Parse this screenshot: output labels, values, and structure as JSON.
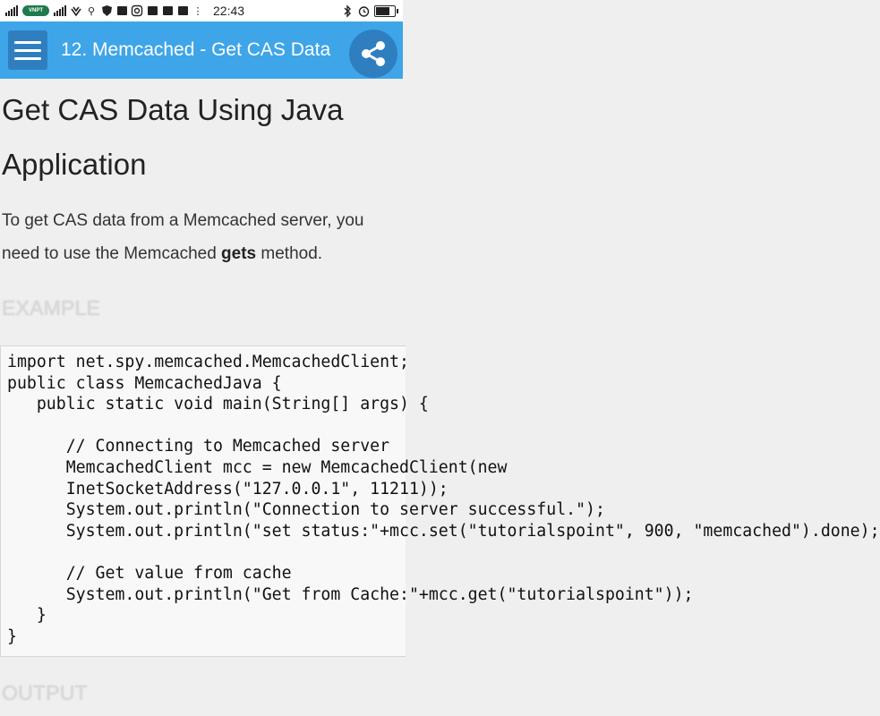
{
  "status_bar": {
    "time": "22:43",
    "icons": [
      "signal-icon",
      "carrier-logo",
      "signal-icon",
      "wifi-icon",
      "notification-icon",
      "shield-icon",
      "mail-icon",
      "camera-icon",
      "skype-icon",
      "image-icon",
      "facebook-icon",
      "more-icon",
      "bluetooth-icon",
      "alarm-icon",
      "battery-icon"
    ],
    "battery_level": 0.85
  },
  "app_bar": {
    "title": "12. Memcached - Get CAS Data",
    "menu_icon": "hamburger-icon",
    "share_icon": "share-icon",
    "color": "#3ea5e8",
    "button_color": "#2f7fc0"
  },
  "main": {
    "heading": "Get CAS Data Using Java Application",
    "intro_before": "To get CAS data from a Memcached server, you need to use the Memcached ",
    "intro_bold": "gets",
    "intro_after": " method.",
    "example_label": "EXAMPLE",
    "code": "import net.spy.memcached.MemcachedClient;\npublic class MemcachedJava {\n   public static void main(String[] args) {\n\n      // Connecting to Memcached server\n      MemcachedClient mcc = new MemcachedClient(new\n      InetSocketAddress(\"127.0.0.1\", 11211));\n      System.out.println(\"Connection to server successful.\");\n      System.out.println(\"set status:\"+mcc.set(\"tutorialspoint\", 900, \"memcached\").done);\n\n      // Get value from cache\n      System.out.println(\"Get from Cache:\"+mcc.get(\"tutorialspoint\"));\n   }\n}",
    "output_label": "OUTPUT"
  }
}
